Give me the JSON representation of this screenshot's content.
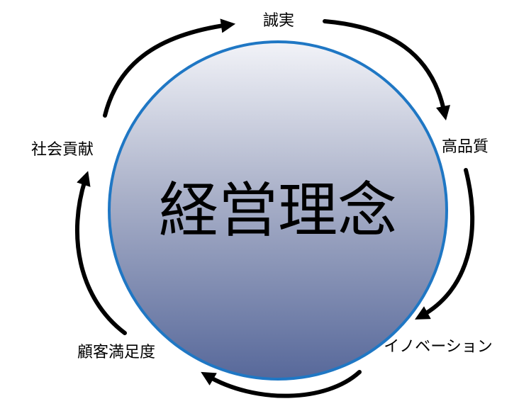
{
  "center": {
    "title": "経営理念"
  },
  "nodes": [
    {
      "id": "integrity",
      "label": "誠実"
    },
    {
      "id": "quality",
      "label": "高品質"
    },
    {
      "id": "innovation",
      "label": "イノベーション"
    },
    {
      "id": "customer-satisfaction",
      "label": "顧客満足度"
    },
    {
      "id": "social-contribution",
      "label": "社会貢献"
    }
  ],
  "colors": {
    "circle_stroke": "#1f77c4",
    "gradient_light": "#f1f2f7",
    "gradient_dark": "#5a6a96",
    "arrow": "#000000",
    "text": "#000000"
  }
}
